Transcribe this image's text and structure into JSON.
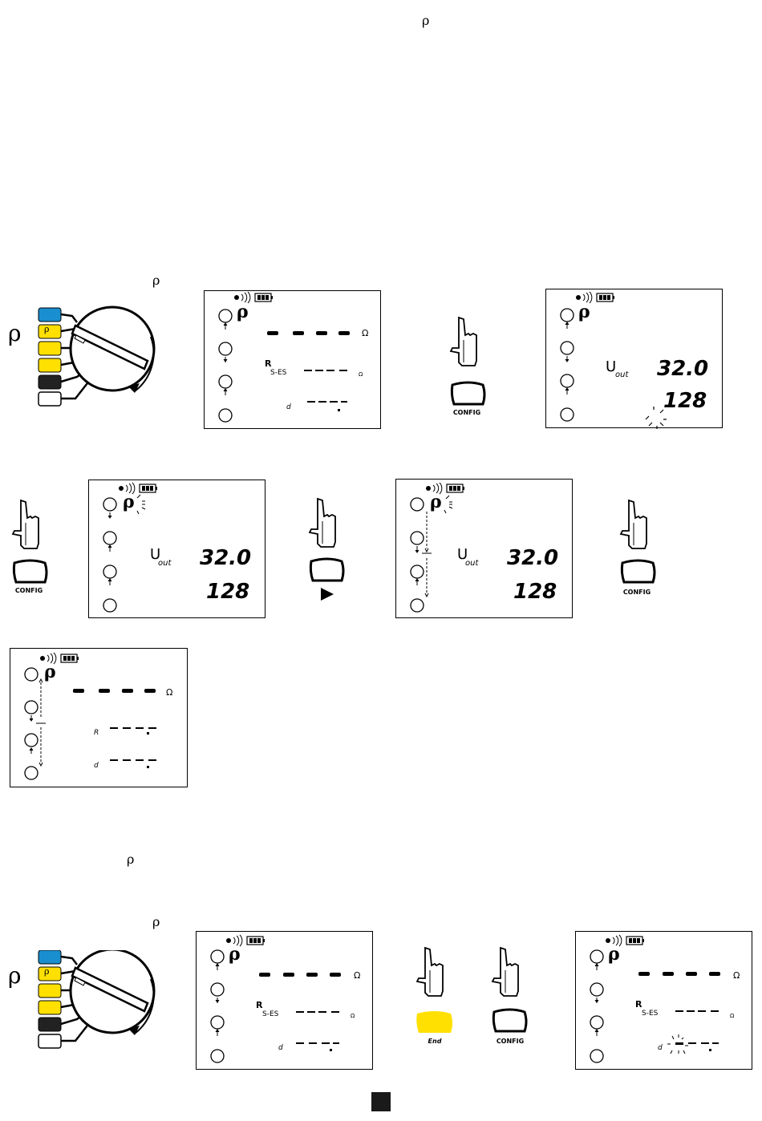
{
  "header": {
    "rho_symbol": "ρ"
  },
  "section1": {
    "rho_symbol": "ρ",
    "switch": {
      "rho_label": "ρ",
      "position_label": "ρ",
      "colors": [
        "#1a8fd0",
        "#ffe000",
        "#ffe000",
        "#ffe000",
        "#222222",
        "#ffffff"
      ]
    },
    "screen_initial": {
      "rho_label": "ρ",
      "ohm_unit": "Ω",
      "r_label": "R",
      "s_es_label": "S-ES",
      "small_ohm": "Ω",
      "d_label": "d"
    },
    "config_button_1": {
      "label": "CONFIG"
    },
    "screen_config": {
      "rho_label": "ρ",
      "u_label": "U",
      "u_sub": "out",
      "value_top": "32.0",
      "value_bottom": "128"
    }
  },
  "section2": {
    "config_button": {
      "label": "CONFIG"
    },
    "screen_a": {
      "rho_label": "ρ",
      "u_label": "U",
      "u_sub": "out",
      "value_top": "32.0",
      "value_bottom": "128"
    },
    "arrow_button": {
      "icon": "play-icon"
    },
    "screen_b": {
      "rho_label": "ρ",
      "u_label": "U",
      "u_sub": "out",
      "value_top": "32.0",
      "value_bottom": "128"
    },
    "config_button_2": {
      "label": "CONFIG"
    }
  },
  "section3": {
    "screen_result": {
      "rho_label": "ρ",
      "ohm_unit": "Ω",
      "r_label": "R",
      "d_label": "d"
    }
  },
  "section4": {
    "rho_symbol_a": "ρ",
    "rho_symbol_b": "ρ",
    "switch": {
      "rho_label": "ρ",
      "position_label": "ρ"
    },
    "screen_initial": {
      "rho_label": "ρ",
      "ohm_unit": "Ω",
      "r_label": "R",
      "s_es_label": "S-ES",
      "small_ohm": "Ω",
      "d_label": "d"
    },
    "end_button": {
      "label": "End",
      "color": "#ffe000"
    },
    "config_button": {
      "label": "CONFIG"
    },
    "screen_final": {
      "rho_label": "ρ",
      "ohm_unit": "Ω",
      "r_label": "R",
      "s_es_label": "S-ES",
      "small_ohm": "Ω",
      "d_label": "d"
    }
  }
}
